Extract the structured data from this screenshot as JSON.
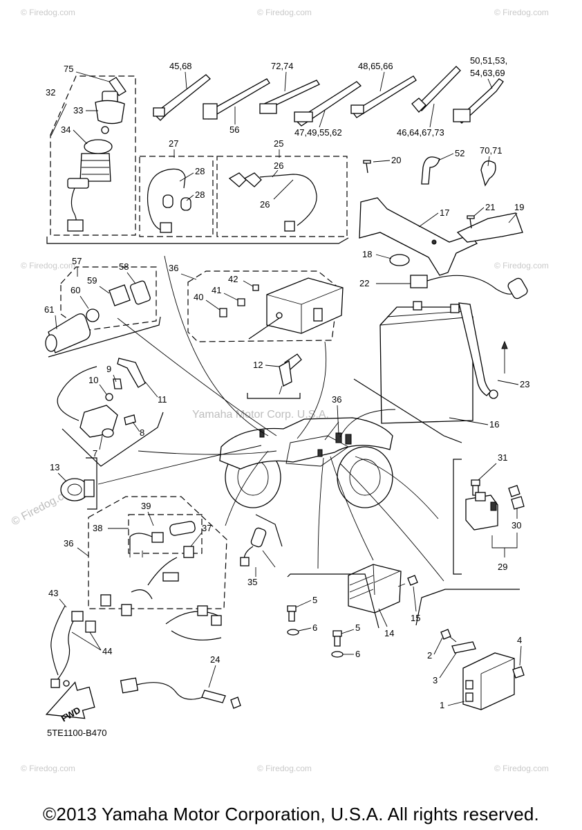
{
  "diagram_code": "5TE1100-B470",
  "watermark_text": "Yamaha Motor Corp. U.S.A.",
  "firedog_watermark": "© Firedog.com",
  "fwd_label": "FWD",
  "copyright": "©2013 Yamaha Motor Corporation, U.S.A. All rights reserved.",
  "callouts": {
    "c75": "75",
    "c32": "32",
    "c33": "33",
    "c34": "34",
    "c45_68": "45,68",
    "c72_74": "72,74",
    "c48_65_66": "48,65,66",
    "c50_51_53": "50,51,53,",
    "c54_63_69": "54,63,69",
    "c56": "56",
    "c47_49_55_62": "47,49,55,62",
    "c46_64_67_73": "46,64,67,73",
    "c27": "27",
    "c28a": "28",
    "c28b": "28",
    "c25": "25",
    "c26a": "26",
    "c26b": "26",
    "c20": "20",
    "c52": "52",
    "c70_71": "70,71",
    "c17": "17",
    "c21": "21",
    "c19": "19",
    "c18": "18",
    "c57": "57",
    "c58": "58",
    "c59": "59",
    "c60": "60",
    "c61": "61",
    "c36a": "36",
    "c42": "42",
    "c41": "41",
    "c40": "40",
    "c22": "22",
    "c12": "12",
    "c23": "23",
    "c16": "16",
    "c9": "9",
    "c10": "10",
    "c11": "11",
    "c8": "8",
    "c7": "7",
    "c36b": "36",
    "c13": "13",
    "c39": "39",
    "c38": "38",
    "c37": "37",
    "c36c": "36",
    "c31": "31",
    "c30": "30",
    "c29": "29",
    "c35": "35",
    "c43": "43",
    "c44": "44",
    "c5a": "5",
    "c6a": "6",
    "c5b": "5",
    "c6b": "6",
    "c14": "14",
    "c15": "15",
    "c4": "4",
    "c2": "2",
    "c3": "3",
    "c1": "1",
    "c24": "24"
  }
}
